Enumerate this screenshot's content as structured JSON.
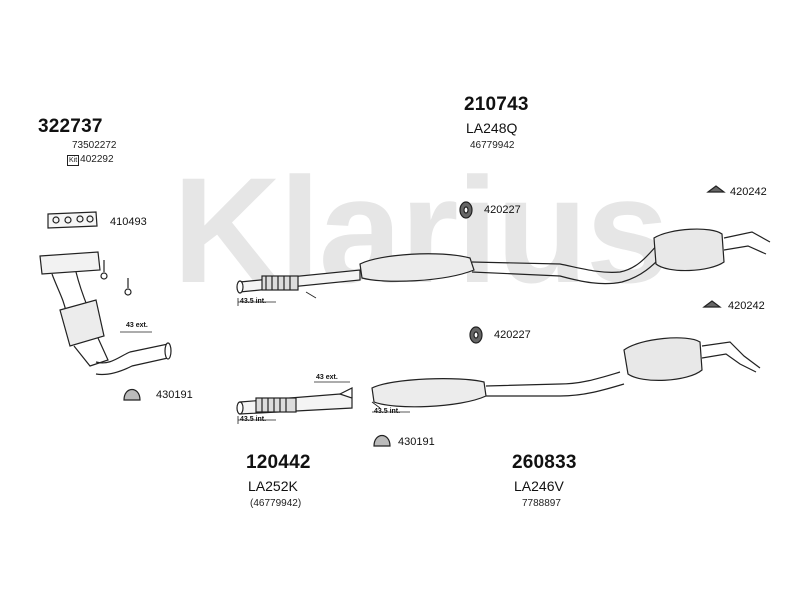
{
  "watermark": "Klarius",
  "groups": {
    "manifold": {
      "part_number": "322737",
      "oe_number": "73502272",
      "kit_label": "Kit",
      "kit_number": "402292"
    },
    "front_pipe": {
      "part_number": "120442",
      "code": "LA252K",
      "oe_number": "(46779942)"
    },
    "middle_section": {
      "part_number": "210743",
      "code": "LA248Q",
      "oe_number": "46779942"
    },
    "rear_section": {
      "part_number": "260833",
      "code": "LA246V",
      "oe_number": "7788897"
    }
  },
  "parts": {
    "gasket_manifold": "410493",
    "mount_upper": "420227",
    "mount_lower": "420227",
    "hanger_upper": "420242",
    "hanger_lower": "420242",
    "clamp_left": "430191",
    "clamp_center": "430191"
  },
  "dimensions": {
    "int_1": "43.5 int.",
    "ext_1": "43 ext.",
    "int_2": "43.5 int.",
    "ext_2": "43 ext.",
    "int_3": "43.5 int."
  }
}
